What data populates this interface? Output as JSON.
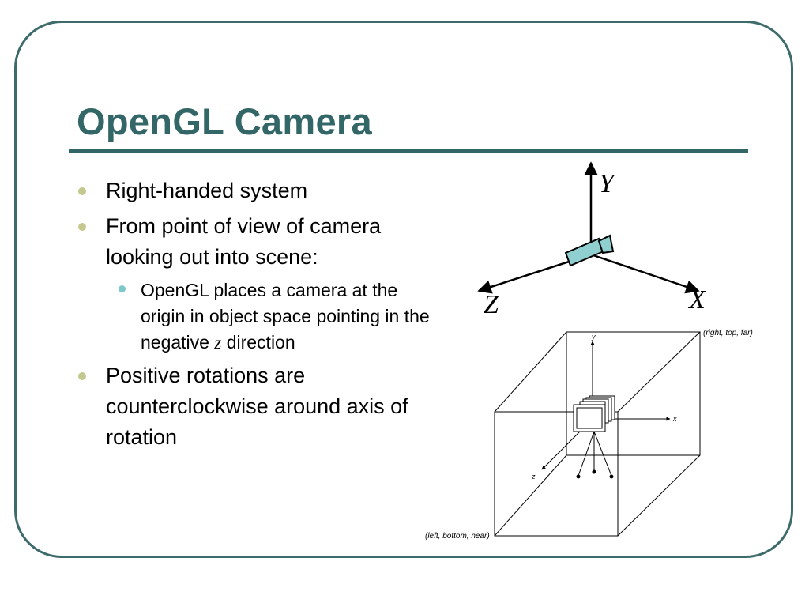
{
  "slide": {
    "title": "OpenGL Camera",
    "bullets": {
      "b1": "Right-handed system",
      "b2": "From point of view of camera looking out into scene:",
      "sub1_pre": "OpenGL places a camera at the origin in object space pointing in the negative",
      "sub1_var": "z",
      "sub1_post": "direction",
      "b3": "Positive rotations are counterclockwise around axis of rotation"
    }
  },
  "axes_diagram": {
    "y_label": "Y",
    "x_label": "X",
    "z_label": "Z"
  },
  "frustum_diagram": {
    "corner_far": "(right, top, far)",
    "corner_near": "(left, bottom, near)",
    "axis_y": "y",
    "axis_x": "x",
    "axis_z": "z"
  },
  "colors": {
    "accent": "#336666",
    "frame": "#3d6b6b",
    "bullet_primary": "#c5c88e",
    "bullet_secondary": "#7ec8c8",
    "camera_fill": "#8fcfcf"
  }
}
